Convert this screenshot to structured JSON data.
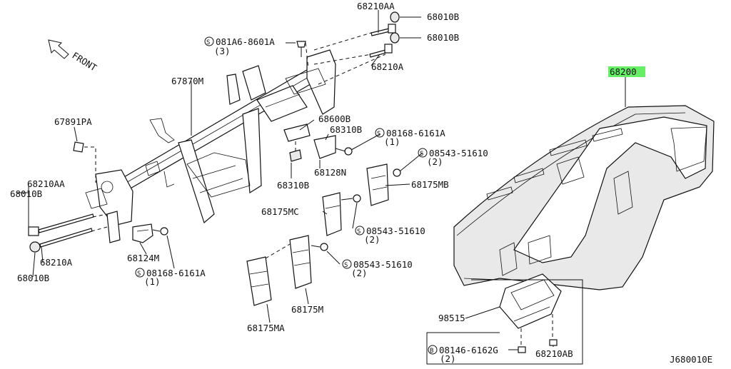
{
  "diagram": {
    "front_label": "FRONT",
    "drawing_number": "J680010E",
    "highlight_color": "#66ee66",
    "callouts": {
      "p68210AA_top": "68210AA",
      "p68010B_top1": "68010B",
      "p68010B_top2": "68010B",
      "p081A6": "081A6-8601A",
      "p081A6_qty": "(3)",
      "p68210A_top": "68210A",
      "p67870M": "67870M",
      "p68200": "68200",
      "p67891PA": "67891PA",
      "p68600B": "68600B",
      "p68310B_a": "68310B",
      "p08168_a": "08168-6161A",
      "p08168_a_qty": "(1)",
      "p08543_a": "08543-51610",
      "p08543_a_qty": "(2)",
      "p68128N": "68128N",
      "p68310B_b": "68310B",
      "p68175MB": "68175MB",
      "p68210AA_left": "68210AA",
      "p68010B_left": "68010B",
      "p68175MC": "68175MC",
      "p08543_b": "08543-51610",
      "p08543_b_qty": "(2)",
      "p68124M": "68124M",
      "p68210A_left": "68210A",
      "p08168_b": "08168-6161A",
      "p08168_b_qty": "(1)",
      "p08543_c": "08543-51610",
      "p08543_c_qty": "(2)",
      "p68010B_bottom": "68010B",
      "p68175M": "68175M",
      "p98515": "98515",
      "p68175MA": "68175MA",
      "p08146": "08146-6162G",
      "p08146_qty": "(2)",
      "p68210AB": "68210AB"
    }
  }
}
